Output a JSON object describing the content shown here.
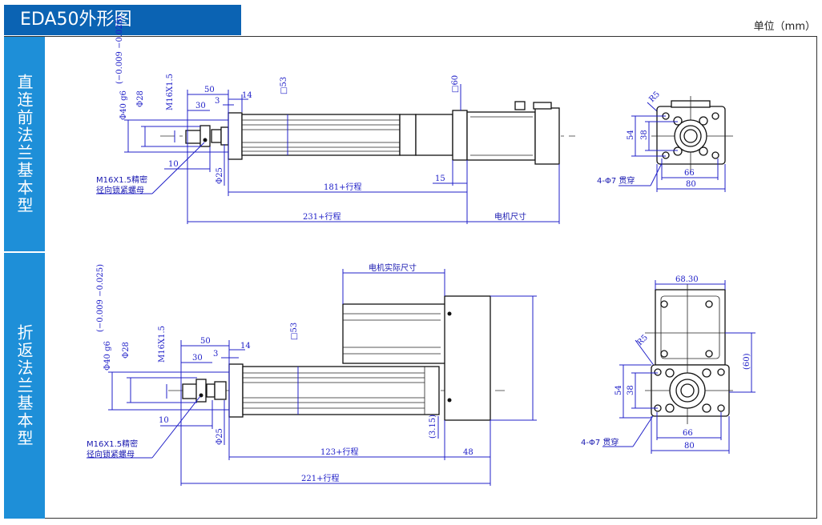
{
  "header": {
    "title": "EDA50外形图",
    "unit": "单位（mm）"
  },
  "sections": [
    {
      "label": "直连前法兰基本型",
      "dims": {
        "tol": "(−0.009 −0.025)",
        "d40": "Φ40 g6",
        "d28": "Φ28",
        "m16": "M16X1.5",
        "d50": "50",
        "d30": "30",
        "d3": "3",
        "d14": "14",
        "sq53": "□53",
        "sq60": "□60",
        "d10": "10",
        "d25": "Φ25",
        "nut1": "M16X1.5精密",
        "nut2": "径向锁紧螺母",
        "d15": "15",
        "l181": "181+行程",
        "l231": "231+行程",
        "motor": "电机尺寸",
        "r5": "R5",
        "d54": "54",
        "d38": "38",
        "d66": "66",
        "d80": "80",
        "holes": "4-Φ7 贯穿"
      }
    },
    {
      "label": "折返法兰基本型",
      "dims": {
        "tol": "(−0.009 −0.025)",
        "d40": "Φ40 g6",
        "d28": "Φ28",
        "m16": "M16X1.5",
        "d50": "50",
        "d30": "30",
        "d3": "3",
        "d14": "14",
        "sq53": "□53",
        "d10": "10",
        "d25": "Φ25",
        "nut1": "M16X1.5精密",
        "nut2": "径向锁紧螺母",
        "d315": "(3.15)",
        "l123": "123+行程",
        "d48": "48",
        "l221": "221+行程",
        "motor_actual": "电机实际尺寸",
        "d6830": "68.30",
        "d60": "(60)",
        "r5": "R5",
        "d54": "54",
        "d38": "38",
        "d66": "66",
        "d80": "80",
        "holes": "4-Φ7 贯穿"
      }
    }
  ],
  "colors": {
    "header": "#0b63b3",
    "side": "#1e8fd8",
    "dimension": "#2020c8"
  }
}
